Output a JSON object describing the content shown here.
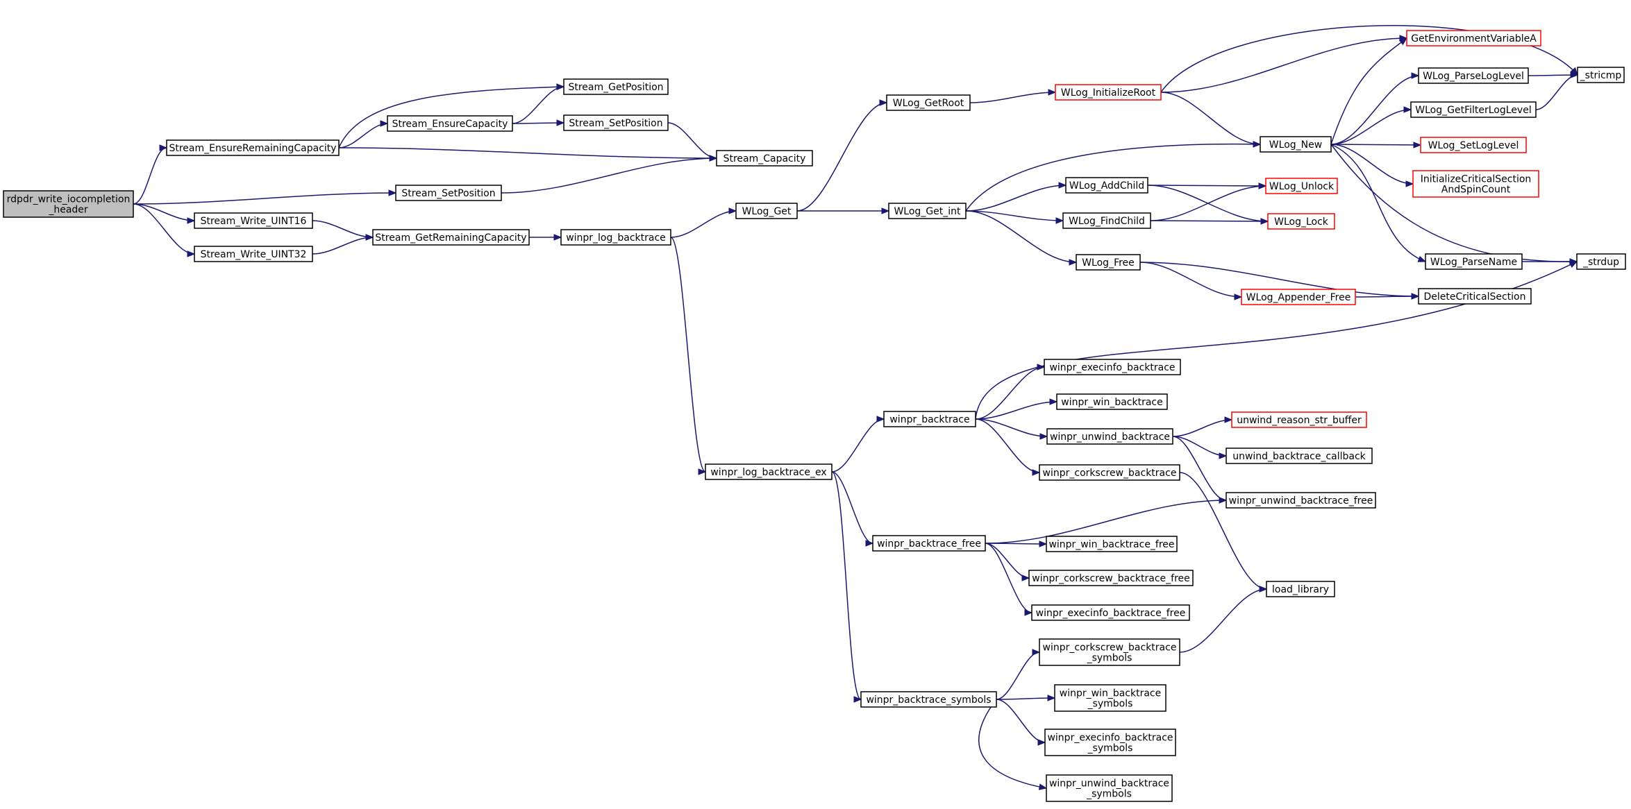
{
  "colors": {
    "edge": "#191970",
    "node_border": "#000000",
    "truncated_border": "#ff0000",
    "root_fill": "#bfbfbf",
    "node_fill": "#ffffff"
  },
  "nodes": [
    {
      "id": "rdpdr",
      "label": [
        "rdpdr_write_iocompletion",
        "_header"
      ],
      "root": true
    },
    {
      "id": "ensureRem",
      "label": [
        "Stream_EnsureRemainingCapacity"
      ]
    },
    {
      "id": "sSetPos1",
      "label": [
        "Stream_SetPosition"
      ]
    },
    {
      "id": "wU16",
      "label": [
        "Stream_Write_UINT16"
      ]
    },
    {
      "id": "wU32",
      "label": [
        "Stream_Write_UINT32"
      ]
    },
    {
      "id": "ensureCap",
      "label": [
        "Stream_EnsureCapacity"
      ]
    },
    {
      "id": "getRemCap",
      "label": [
        "Stream_GetRemainingCapacity"
      ]
    },
    {
      "id": "getPos",
      "label": [
        "Stream_GetPosition"
      ]
    },
    {
      "id": "sSetPos2",
      "label": [
        "Stream_SetPosition"
      ]
    },
    {
      "id": "sCap",
      "label": [
        "Stream_Capacity"
      ]
    },
    {
      "id": "logBt",
      "label": [
        "winpr_log_backtrace"
      ]
    },
    {
      "id": "logBtEx",
      "label": [
        "winpr_log_backtrace_ex"
      ]
    },
    {
      "id": "wlogGet",
      "label": [
        "WLog_Get"
      ]
    },
    {
      "id": "getRoot",
      "label": [
        "WLog_GetRoot"
      ]
    },
    {
      "id": "getInt",
      "label": [
        "WLog_Get_int"
      ]
    },
    {
      "id": "initRoot",
      "label": [
        "WLog_InitializeRoot"
      ],
      "truncated": true
    },
    {
      "id": "wlogNew",
      "label": [
        "WLog_New"
      ]
    },
    {
      "id": "addChild",
      "label": [
        "WLog_AddChild"
      ]
    },
    {
      "id": "findChild",
      "label": [
        "WLog_FindChild"
      ]
    },
    {
      "id": "wlogFree",
      "label": [
        "WLog_Free"
      ]
    },
    {
      "id": "getEnv",
      "label": [
        "GetEnvironmentVariableA"
      ],
      "truncated": true
    },
    {
      "id": "parseLvl",
      "label": [
        "WLog_ParseLogLevel"
      ]
    },
    {
      "id": "getFilt",
      "label": [
        "WLog_GetFilterLogLevel"
      ]
    },
    {
      "id": "setLvl",
      "label": [
        "WLog_SetLogLevel"
      ],
      "truncated": true
    },
    {
      "id": "initCS",
      "label": [
        "InitializeCriticalSection",
        "AndSpinCount"
      ],
      "truncated": true
    },
    {
      "id": "parseName",
      "label": [
        "WLog_ParseName"
      ]
    },
    {
      "id": "stricmp",
      "label": [
        "_stricmp"
      ]
    },
    {
      "id": "strdup",
      "label": [
        "_strdup"
      ]
    },
    {
      "id": "unlock",
      "label": [
        "WLog_Unlock"
      ],
      "truncated": true
    },
    {
      "id": "lock",
      "label": [
        "WLog_Lock"
      ],
      "truncated": true
    },
    {
      "id": "appFree",
      "label": [
        "WLog_Appender_Free"
      ],
      "truncated": true
    },
    {
      "id": "delCS",
      "label": [
        "DeleteCriticalSection"
      ]
    },
    {
      "id": "bt",
      "label": [
        "winpr_backtrace"
      ]
    },
    {
      "id": "btFree",
      "label": [
        "winpr_backtrace_free"
      ]
    },
    {
      "id": "btSym",
      "label": [
        "winpr_backtrace_symbols"
      ]
    },
    {
      "id": "execBt",
      "label": [
        "winpr_execinfo_backtrace"
      ]
    },
    {
      "id": "winBt",
      "label": [
        "winpr_win_backtrace"
      ]
    },
    {
      "id": "unwBt",
      "label": [
        "winpr_unwind_backtrace"
      ]
    },
    {
      "id": "corkBt",
      "label": [
        "winpr_corkscrew_backtrace"
      ]
    },
    {
      "id": "unwReason",
      "label": [
        "unwind_reason_str_buffer"
      ],
      "truncated": true
    },
    {
      "id": "unwCb",
      "label": [
        "unwind_backtrace_callback"
      ]
    },
    {
      "id": "unwBtFree",
      "label": [
        "winpr_unwind_backtrace_free"
      ]
    },
    {
      "id": "winBtFree",
      "label": [
        "winpr_win_backtrace_free"
      ]
    },
    {
      "id": "corkBtFree",
      "label": [
        "winpr_corkscrew_backtrace_free"
      ]
    },
    {
      "id": "execBtFree",
      "label": [
        "winpr_execinfo_backtrace_free"
      ]
    },
    {
      "id": "loadLib",
      "label": [
        "load_library"
      ]
    },
    {
      "id": "corkSym",
      "label": [
        "winpr_corkscrew_backtrace",
        "_symbols"
      ]
    },
    {
      "id": "winSym",
      "label": [
        "winpr_win_backtrace",
        "_symbols"
      ]
    },
    {
      "id": "execSym",
      "label": [
        "winpr_execinfo_backtrace",
        "_symbols"
      ]
    },
    {
      "id": "unwSym",
      "label": [
        "winpr_unwind_backtrace",
        "_symbols"
      ]
    }
  ],
  "edges": [
    [
      "rdpdr",
      "ensureRem"
    ],
    [
      "rdpdr",
      "sSetPos1"
    ],
    [
      "rdpdr",
      "wU16"
    ],
    [
      "rdpdr",
      "wU32"
    ],
    [
      "ensureRem",
      "getPos"
    ],
    [
      "ensureRem",
      "ensureCap"
    ],
    [
      "ensureRem",
      "sCap"
    ],
    [
      "ensureCap",
      "getPos"
    ],
    [
      "ensureCap",
      "sSetPos2"
    ],
    [
      "sSetPos2",
      "sCap"
    ],
    [
      "sSetPos1",
      "sCap"
    ],
    [
      "wU16",
      "getRemCap"
    ],
    [
      "wU32",
      "getRemCap"
    ],
    [
      "getRemCap",
      "logBt"
    ],
    [
      "logBt",
      "wlogGet"
    ],
    [
      "logBt",
      "logBtEx"
    ],
    [
      "wlogGet",
      "getRoot"
    ],
    [
      "wlogGet",
      "getInt"
    ],
    [
      "getRoot",
      "initRoot"
    ],
    [
      "initRoot",
      "stricmp"
    ],
    [
      "initRoot",
      "getEnv"
    ],
    [
      "initRoot",
      "wlogNew"
    ],
    [
      "getInt",
      "wlogNew"
    ],
    [
      "getInt",
      "addChild"
    ],
    [
      "getInt",
      "findChild"
    ],
    [
      "getInt",
      "wlogFree"
    ],
    [
      "wlogNew",
      "getEnv"
    ],
    [
      "wlogNew",
      "parseLvl"
    ],
    [
      "wlogNew",
      "getFilt"
    ],
    [
      "wlogNew",
      "setLvl"
    ],
    [
      "wlogNew",
      "initCS"
    ],
    [
      "wlogNew",
      "parseName"
    ],
    [
      "wlogNew",
      "strdup"
    ],
    [
      "parseLvl",
      "stricmp"
    ],
    [
      "getFilt",
      "stricmp"
    ],
    [
      "parseName",
      "strdup"
    ],
    [
      "addChild",
      "unlock"
    ],
    [
      "addChild",
      "lock"
    ],
    [
      "findChild",
      "unlock"
    ],
    [
      "findChild",
      "lock"
    ],
    [
      "wlogFree",
      "appFree"
    ],
    [
      "wlogFree",
      "delCS"
    ],
    [
      "appFree",
      "delCS"
    ],
    [
      "logBtEx",
      "bt"
    ],
    [
      "logBtEx",
      "btFree"
    ],
    [
      "logBtEx",
      "btSym"
    ],
    [
      "bt",
      "strdup"
    ],
    [
      "bt",
      "execBt"
    ],
    [
      "bt",
      "winBt"
    ],
    [
      "bt",
      "unwBt"
    ],
    [
      "bt",
      "corkBt"
    ],
    [
      "unwBt",
      "unwReason"
    ],
    [
      "unwBt",
      "unwCb"
    ],
    [
      "unwBt",
      "unwBtFree"
    ],
    [
      "corkBt",
      "loadLib"
    ],
    [
      "btFree",
      "unwBtFree"
    ],
    [
      "btFree",
      "winBtFree"
    ],
    [
      "btFree",
      "corkBtFree"
    ],
    [
      "btFree",
      "execBtFree"
    ],
    [
      "btSym",
      "corkSym"
    ],
    [
      "btSym",
      "winSym"
    ],
    [
      "btSym",
      "execSym"
    ],
    [
      "btSym",
      "unwSym"
    ],
    [
      "corkSym",
      "loadLib"
    ]
  ]
}
